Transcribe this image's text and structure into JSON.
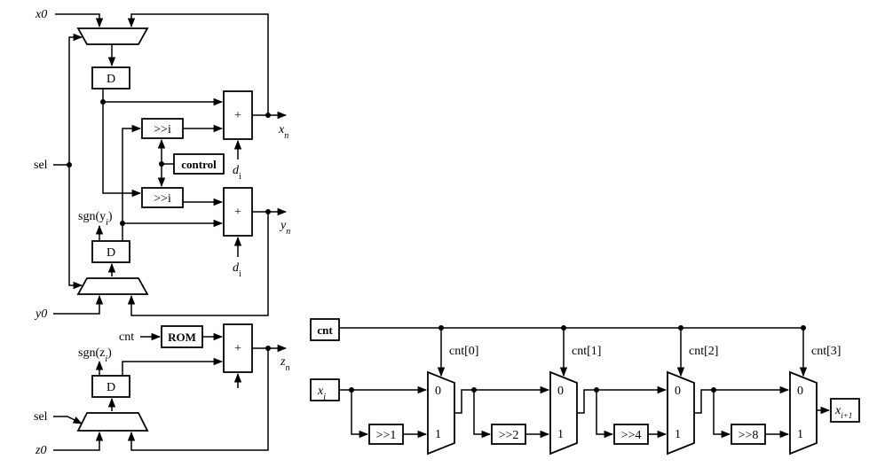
{
  "cordic": {
    "inputs": {
      "x0": "x0",
      "y0": "y0",
      "z0": "z0"
    },
    "sel": "sel",
    "sel2": "sel",
    "delay": "D",
    "shift": ">>i",
    "control": "control",
    "add": "+",
    "d_i": "d",
    "d_sub": "i",
    "outputs": {
      "x": "x",
      "y": "y",
      "z": "z",
      "sub": "n"
    },
    "sgn_y": "sgn(y",
    "sgn_y_sub": "i",
    "sgn_z": "sgn(z",
    "sgn_z_sub": "i",
    "cnt_left": "cnt",
    "rom": "ROM"
  },
  "shifter": {
    "cnt": "cnt",
    "input": "x",
    "input_sub": "i",
    "output": "x",
    "output_sub": "i+1",
    "stages": [
      {
        "sel": "cnt[0]",
        "shift": ">>1"
      },
      {
        "sel": "cnt[1]",
        "shift": ">>2"
      },
      {
        "sel": "cnt[2]",
        "shift": ">>4"
      },
      {
        "sel": "cnt[3]",
        "shift": ">>8"
      }
    ],
    "mux_in0": "0",
    "mux_in1": "1"
  }
}
